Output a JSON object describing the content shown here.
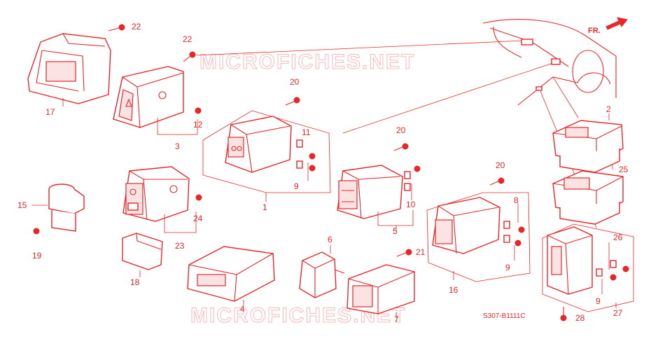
{
  "diagram": {
    "code": "S307-B1111C",
    "direction_label": "FR.",
    "watermark": "MICROFICHES.NET",
    "colors": {
      "line": "#e8262a",
      "watermark": "#f4b9b9"
    },
    "callouts": {
      "c1": "1",
      "c2": "2",
      "c3": "3",
      "c4": "4",
      "c5": "5",
      "c6": "6",
      "c7": "7",
      "c8": "8",
      "c9a": "9",
      "c9b": "9",
      "c9c": "9",
      "c10": "10",
      "c11": "11",
      "c12": "12",
      "c15": "15",
      "c16": "16",
      "c17": "17",
      "c18": "18",
      "c19": "19",
      "c20a": "20",
      "c20b": "20",
      "c20c": "20",
      "c21": "21",
      "c22a": "22",
      "c22b": "22",
      "c23": "23",
      "c24": "24",
      "c25": "25",
      "c26": "26",
      "c27": "27",
      "c28": "28"
    }
  }
}
